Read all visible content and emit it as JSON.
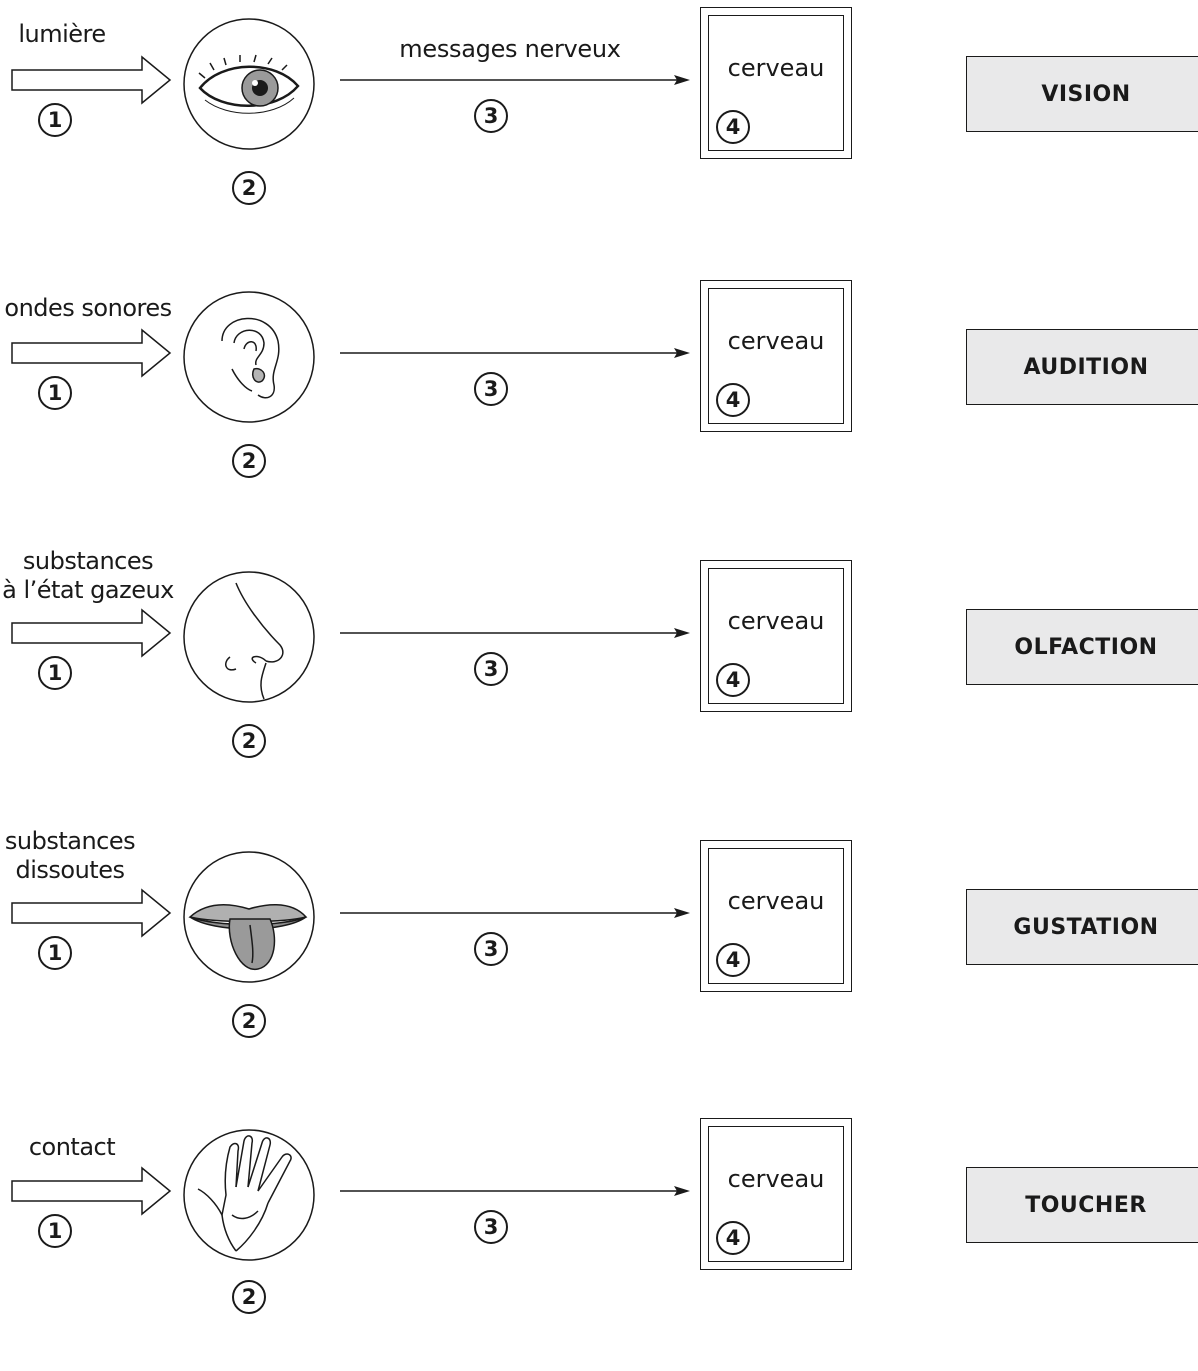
{
  "diagram": {
    "message_label": "messages nerveux",
    "brain_label": "cerveau",
    "markers": {
      "n1": "1",
      "n2": "2",
      "n3": "3",
      "n4": "4"
    },
    "rows": [
      {
        "stimulus": "lumière",
        "organ_icon": "eye-icon",
        "sense": "VISION"
      },
      {
        "stimulus": "ondes sonores",
        "organ_icon": "ear-icon",
        "sense": "AUDITION"
      },
      {
        "stimulus_lines": [
          "substances",
          "à l’état gazeux"
        ],
        "organ_icon": "nose-icon",
        "sense": "OLFACTION"
      },
      {
        "stimulus_lines": [
          "substances",
          "dissoutes"
        ],
        "organ_icon": "tongue-icon",
        "sense": "GUSTATION"
      },
      {
        "stimulus": "contact",
        "organ_icon": "hand-icon",
        "sense": "TOUCHER"
      }
    ]
  }
}
